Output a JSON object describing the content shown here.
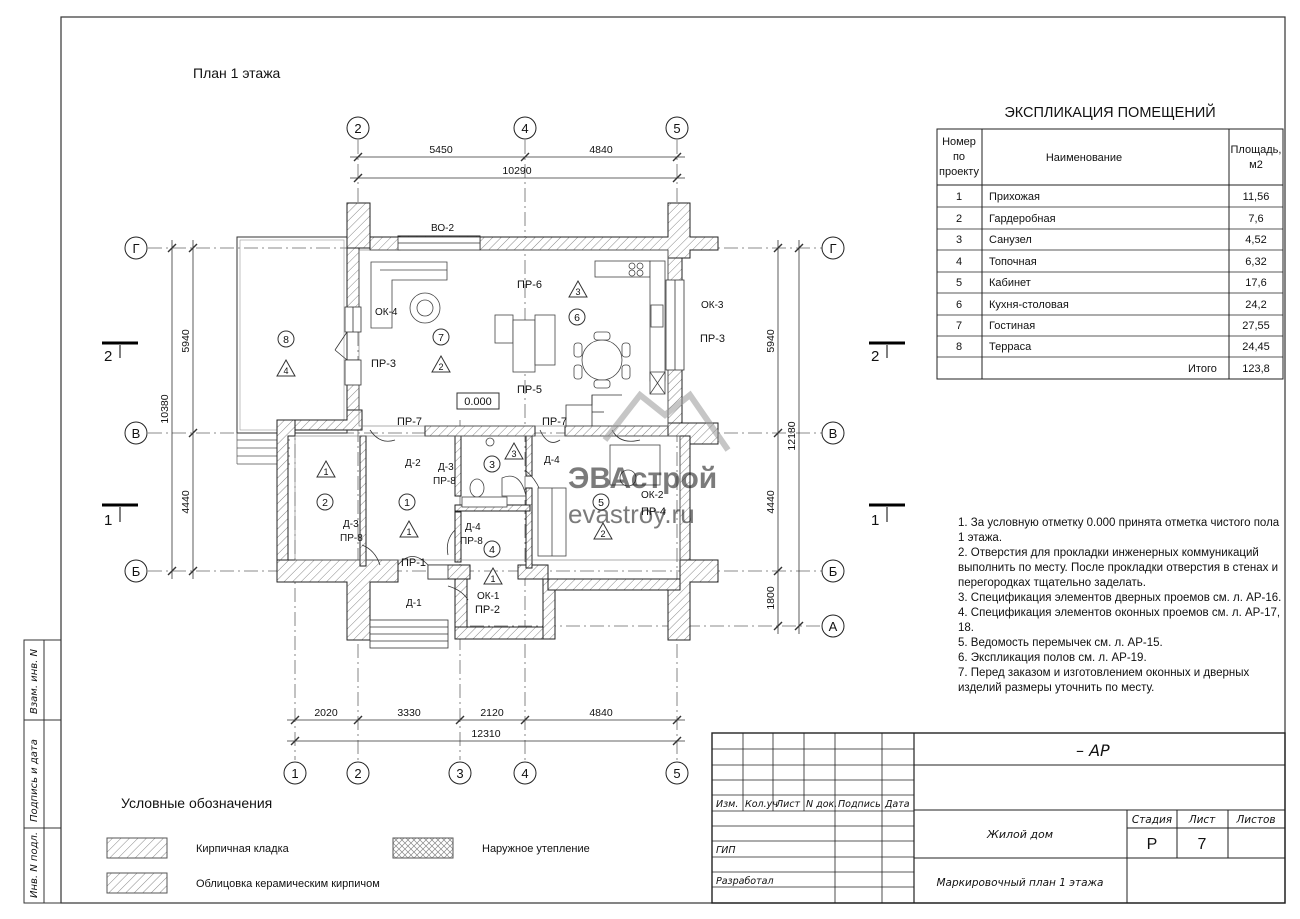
{
  "sheet": {
    "plan_title": "План 1 этажа",
    "level_mark": "0.000",
    "sections": [
      "1",
      "2"
    ]
  },
  "axes": {
    "top": [
      "2",
      "4",
      "5"
    ],
    "bottom": [
      "1",
      "2",
      "3",
      "4",
      "5"
    ],
    "left": [
      "Г",
      "В",
      "Б"
    ],
    "right": [
      "Г",
      "В",
      "Б",
      "А"
    ]
  },
  "dimensions": {
    "top": [
      "5450",
      "4840"
    ],
    "top_total": "10290",
    "bottom": [
      "2020",
      "3330",
      "2120",
      "4840"
    ],
    "bottom_total": "12310",
    "left": [
      "5940",
      "4440"
    ],
    "left_total": "10380",
    "right": [
      "5940",
      "4440",
      "1800"
    ],
    "right_total": "12180"
  },
  "room_marks": [
    "1",
    "2",
    "3",
    "4",
    "5",
    "6",
    "7",
    "8"
  ],
  "floor_types": [
    "1",
    "2",
    "3",
    "4"
  ],
  "plan_labels": {
    "bo2": "ВО-2",
    "ok4": "ОК-4",
    "ok3": "ОК-3",
    "ok2": "ОК-2",
    "ok1": "ОК-1",
    "pr6": "ПР-6",
    "pr5": "ПР-5",
    "pr3a": "ПР-3",
    "pr3b": "ПР-3",
    "pr7a": "ПР-7",
    "pr7b": "ПР-7",
    "pr8a": "ПР-8",
    "pr8b": "ПР-8",
    "pr1": "ПР-1",
    "pr2": "ПР-2",
    "pr4": "ПР-4",
    "d1": "Д-1",
    "d2": "Д-2",
    "d3a": "Д-3",
    "d3b": "Д-3",
    "d4a": "Д-4",
    "d4b": "Д-4"
  },
  "watermark": {
    "brand": "ЭВАстрой",
    "site": "evastroy.ru"
  },
  "explication": {
    "title": "ЭКСПЛИКАЦИЯ ПОМЕЩЕНИЙ",
    "headers": {
      "num": [
        "Номер",
        "по",
        "проекту"
      ],
      "name": "Наименование",
      "area": [
        "Площадь,",
        "м2"
      ]
    },
    "rows": [
      {
        "num": "1",
        "name": "Прихожая",
        "area": "11,56"
      },
      {
        "num": "2",
        "name": "Гардеробная",
        "area": "7,6"
      },
      {
        "num": "3",
        "name": "Санузел",
        "area": "4,52"
      },
      {
        "num": "4",
        "name": "Топочная",
        "area": "6,32"
      },
      {
        "num": "5",
        "name": "Кабинет",
        "area": "17,6"
      },
      {
        "num": "6",
        "name": "Кухня-столовая",
        "area": "24,2"
      },
      {
        "num": "7",
        "name": "Гостиная",
        "area": "27,55"
      },
      {
        "num": "8",
        "name": "Терраса",
        "area": "24,45"
      }
    ],
    "total_label": "Итого",
    "total_value": "123,8"
  },
  "notes": [
    "1. За условную отметку 0.000 принята отметка чистого пола 1 этажа.",
    "2. Отверстия для прокладки инженерных коммуникаций выполнить по месту. После прокладки  отверстия в стенах и перегородках тщательно заделать.",
    "3. Спецификация элементов дверных проемов см. л. АР-16.",
    "4. Спецификация элементов оконных проемов см. л. АР-17, 18.",
    "5. Ведомость перемычек см. л. АР-15.",
    "6. Экспликация полов см. л. АР-19.",
    "7. Перед заказом и изготовлением оконных и дверных изделий размеры уточнить по месту."
  ],
  "legend": {
    "title": "Условные обозначения",
    "items": [
      "Кирпичная кладка",
      "Наружное утепление",
      "Облицовка керамическим кирпичом"
    ]
  },
  "stamp": {
    "code": "– АР",
    "col_headers": [
      "Изм.",
      "Кол.уч",
      "Лист",
      "N док.",
      "Подпись",
      "Дата"
    ],
    "gip": "ГИП",
    "developed": "Разработал",
    "object": "Жилой дом",
    "drawing": "Маркировочный план 1 этажа",
    "stage_label": "Стадия",
    "sheet_label": "Лист",
    "sheets_label": "Листов",
    "stage": "Р",
    "sheet": "7",
    "sheets": ""
  },
  "margin": {
    "inv_podl": "Инв. N подл.",
    "podpis": "Подпись и дата",
    "vzam": "Взам. инв. N"
  }
}
